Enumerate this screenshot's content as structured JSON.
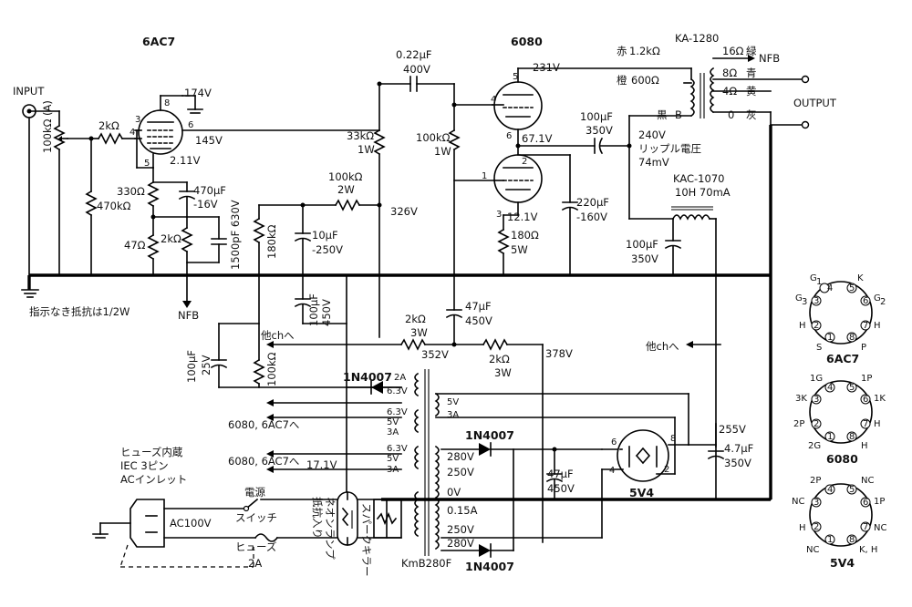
{
  "tubes": {
    "v1": "6AC7",
    "v2": "6080",
    "rect": "5V4"
  },
  "labels": {
    "input": "INPUT",
    "output": "OUTPUT",
    "nfb_out": "NFB",
    "nfb_in": "NFB",
    "note": "指示なき抵抗は1/2W",
    "other_ch1": "他chへ",
    "other_ch2": "他chへ",
    "heater_to": "6080, 6AC7へ",
    "heater_to2": "6080, 6AC7へ",
    "fuse_inlet_1": "ヒューズ内蔵",
    "fuse_inlet_2": "IEC 3ピン",
    "fuse_inlet_3": "ACインレット",
    "ac": "AC100V",
    "power_sw_1": "電源",
    "power_sw_2": "スイッチ",
    "fuse": "ヒューズ",
    "fuse_val": "2A",
    "neon_1": "抵抗入り",
    "neon_2": "ネオンランプ",
    "spark_killer": "スパークキラー",
    "ptrans": "KmB280F",
    "otrans": "KA-1280",
    "choke": "KAC-1070",
    "choke_val": "10H 70mA",
    "ripple_1": "240V",
    "ripple_2": "リップル電圧",
    "ripple_3": "74mV"
  },
  "components": {
    "vol": "100kΩ (A)",
    "r_grid": "470kΩ",
    "r_gs": "2kΩ",
    "r_k1": "330Ω",
    "r_k2": "47Ω",
    "r_nfb": "2kΩ",
    "c_k_1": "470μF",
    "c_k_2": "-16V",
    "c_nfb": "1500pF 630V",
    "r_g2": "180kΩ",
    "r_dec1_1": "100kΩ",
    "r_dec1_2": "2W",
    "c_dec1_1": "10μF",
    "c_dec1_2": "-250V",
    "r_pl1_1": "33kΩ",
    "r_pl1_2": "1W",
    "c_coup_1": "0.22μF",
    "c_coup_2": "400V",
    "r_g_out_1": "100kΩ",
    "r_g_out_2": "1W",
    "r_k_out_1": "180Ω",
    "r_k_out_2": "5W",
    "c_k_out_1": "220μF",
    "c_k_out_2": "-160V",
    "c_out_1": "100μF",
    "c_out_2": "350V",
    "c_ch_1": "100μF",
    "c_ch_2": "350V",
    "c_b1_1": "100μF",
    "c_b1_2": "450V",
    "c_b2_1": "47μF",
    "c_b2_2": "450V",
    "r_b1_1": "2kΩ",
    "r_b1_2": "3W",
    "r_b2_1": "2kΩ",
    "r_b2_2": "3W",
    "c_hb_1": "100μF",
    "c_hb_2": "25V",
    "r_hb": "100kΩ",
    "diode1": "1N4007",
    "diode2": "1N4007",
    "diode3": "1N4007",
    "c_res_1": "47μF",
    "c_res_2": "450V",
    "c_rect_1": "4.7μF",
    "c_rect_2": "350V"
  },
  "voltages": {
    "v174": "174V",
    "v145": "145V",
    "v211": "2.11V",
    "v231": "231V",
    "v671": "67.1V",
    "v121": "12.1V",
    "v326": "326V",
    "v352": "352V",
    "v378": "378V",
    "v255": "255V",
    "v171": "17.1V"
  },
  "ot_taps": {
    "red": "赤",
    "red_z": "1.2kΩ",
    "orange": "橙",
    "orange_z": "600Ω",
    "black": "黒",
    "black_b": "B",
    "green": "緑",
    "green_z": "16Ω",
    "blue": "青",
    "blue_z": "8Ω",
    "yellow": "黄",
    "yellow_z": "4Ω",
    "gray": "灰",
    "gray_z": "0",
    "nfb": "NFB"
  },
  "ptrans_taps": {
    "h1_a": "2A",
    "h1_v": "6.3V",
    "r_5v": "5V",
    "r_3a": "3A",
    "h2_v": "6.3V",
    "h2_5": "5V",
    "h2_3a": "3A",
    "h3_v": "6.3V",
    "h3_5": "5V",
    "h3_3a": "3A",
    "s280a": "280V",
    "s250a": "250V",
    "s0": "0V",
    "s015": "0.15A",
    "s250b": "250V",
    "s280b": "280V"
  },
  "pins_6ac7": {
    "g1": "G",
    "g1s": "1",
    "k": "K",
    "g3": "G",
    "g3s": "3",
    "g2": "G",
    "g2s": "2",
    "h1": "H",
    "h2": "H",
    "s": "S",
    "p": "P",
    "n1": "1",
    "n2": "2",
    "n3": "3",
    "n4": "4",
    "n5": "5",
    "n6": "6",
    "n7": "7",
    "n8": "8"
  },
  "pins_6080": {
    "g1": "1G",
    "p1": "1P",
    "k3": "3K",
    "k1": "1K",
    "p2": "2P",
    "h": "H",
    "g2": "2G",
    "h2": "H",
    "n1": "1",
    "n2": "2",
    "n3": "3",
    "n4": "4",
    "n5": "5",
    "n6": "6",
    "n7": "7",
    "n8": "8"
  },
  "pins_5v4": {
    "p2": "2P",
    "nc1": "NC",
    "nc2": "NC",
    "p1": "1P",
    "h": "H",
    "nc3": "NC",
    "nc4": "NC",
    "kh": "K, H",
    "n1": "1",
    "n2": "2",
    "n3": "3",
    "n4": "4",
    "n5": "5",
    "n6": "6",
    "n7": "7",
    "n8": "8"
  },
  "pin_numbers": {
    "a3": "3",
    "a4": "4",
    "a5": "5",
    "a6": "6",
    "a8": "8",
    "b5": "5",
    "b4": "4",
    "b6": "6",
    "b1": "1",
    "b2": "2",
    "b3": "3",
    "c6": "6",
    "c8": "8",
    "c4": "4",
    "c2": "2"
  }
}
